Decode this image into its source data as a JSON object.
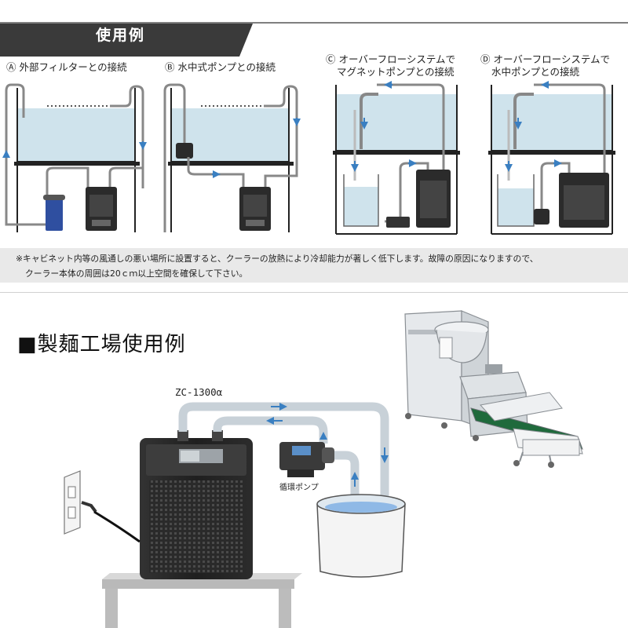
{
  "banner": {
    "title": "使用例"
  },
  "cases": [
    {
      "marker": "Ⓐ",
      "lines": [
        "外部フィルターとの接続"
      ]
    },
    {
      "marker": "Ⓑ",
      "lines": [
        "水中式ポンプとの接続"
      ]
    },
    {
      "marker": "Ⓒ",
      "lines": [
        "オーバーフローシステムで",
        "マグネットポンプとの接続"
      ]
    },
    {
      "marker": "Ⓓ",
      "lines": [
        "オーバーフローシステムで",
        "水中ポンプとの接続"
      ]
    }
  ],
  "note": {
    "line1": "※キャビネット内等の風通しの悪い場所に設置すると、クーラーの放熱により冷却能力が著しく低下します。故障の原因になりますので、",
    "line2": "クーラー本体の周囲は20ｃｍ以上空間を確保して下さい。"
  },
  "factory": {
    "title": "■製麺工場使用例",
    "model": "ZC-1300α",
    "pump_label": "循環ポンプ"
  },
  "colors": {
    "banner_dark": "#3a3a3a",
    "water": "#cfe3ec",
    "flow_arrow": "#3a7fc1",
    "pump_blue": "#2f4fa0",
    "note_bg": "#e9e9e9"
  }
}
